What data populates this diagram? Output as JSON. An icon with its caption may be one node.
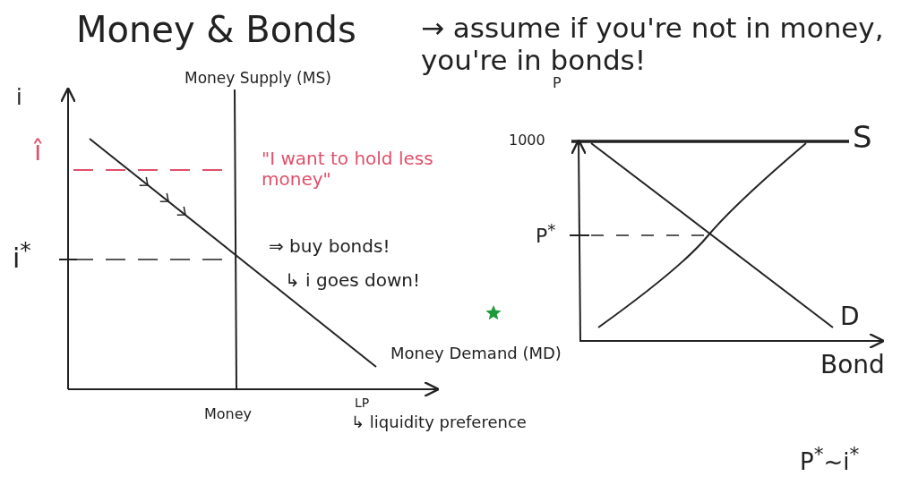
{
  "diagram": {
    "title": "Money & Bonds",
    "labels": [
      "→ assume if you're not in money, you're in bonds!",
      "i",
      "Money Supply (MS)",
      "P",
      "î",
      "1000",
      "S",
      "\"I want to hold less money\"",
      "i$^{*}$",
      "P$^{*}$",
      "⇒ buy bonds!",
      "↳ i goes down!",
      "D",
      "Money Demand (MD)",
      "Bond",
      "Money",
      "LP",
      "↳ liquidity preference",
      "P$^{*}$~i$^{*}$"
    ]
  }
}
